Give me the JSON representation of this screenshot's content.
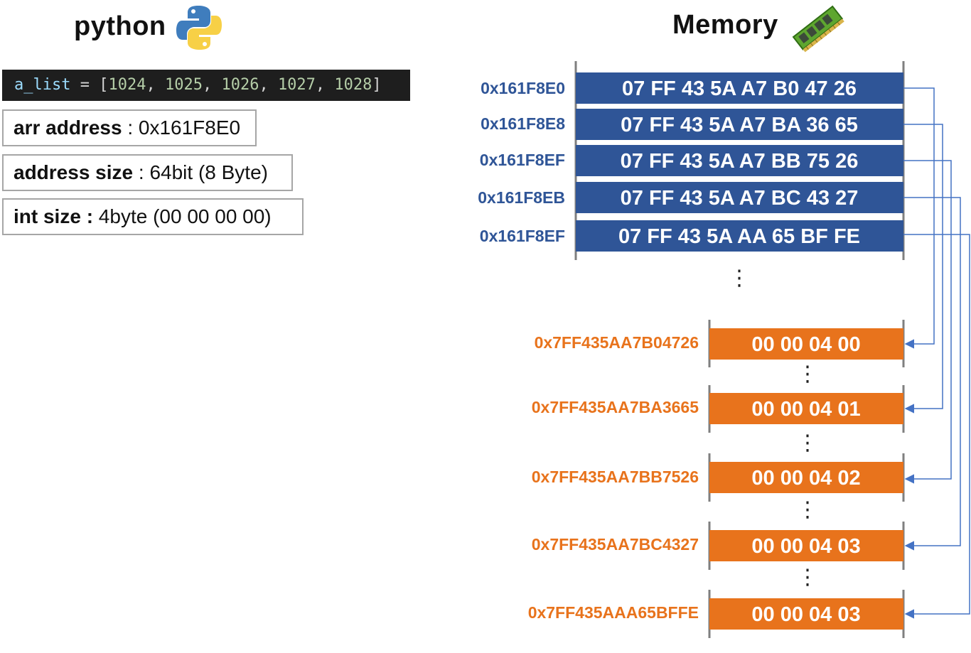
{
  "python_title": "python",
  "memory_title": "Memory",
  "code": {
    "var": "a_list",
    "assign": " = ",
    "open": "[",
    "values": [
      "1024",
      "1025",
      "1026",
      "1027",
      "1028"
    ],
    "sep": ", ",
    "close": "]"
  },
  "info": {
    "arr_label": "arr address",
    "arr_value": " : 0x161F8E0",
    "addr_label": "address size",
    "addr_value": " : 64bit (8 Byte)",
    "int_label": "int size :",
    "int_value": " 4byte (00 00 00 00)"
  },
  "memory_rows": [
    {
      "address": "0x161F8E0",
      "value": "07 FF 43 5A A7 B0 47 26"
    },
    {
      "address": "0x161F8E8",
      "value": "07 FF 43 5A A7 BA 36 65"
    },
    {
      "address": "0x161F8EF",
      "value": "07 FF 43 5A A7 BB 75 26"
    },
    {
      "address": "0x161F8EB",
      "value": "07 FF 43 5A A7 BC 43 27"
    },
    {
      "address": "0x161F8EF",
      "value": "07 FF 43 5A AA 65 BF FE"
    }
  ],
  "int_rows": [
    {
      "address": "0x7FF435AA7B04726",
      "value": "00 00 04 00"
    },
    {
      "address": "0x7FF435AA7BA3665",
      "value": "00 00 04 01"
    },
    {
      "address": "0x7FF435AA7BB7526",
      "value": "00 00 04 02"
    },
    {
      "address": "0x7FF435AA7BC4327",
      "value": "00 00 04 03"
    },
    {
      "address": "0x7FF435AAA65BFFE",
      "value": "00 00 04 03"
    }
  ],
  "ellipsis": "⋮",
  "colors": {
    "memory_block": "#2f5597",
    "int_block": "#e8731c",
    "arrow": "#4472c4",
    "rail": "#7f7f7f"
  }
}
